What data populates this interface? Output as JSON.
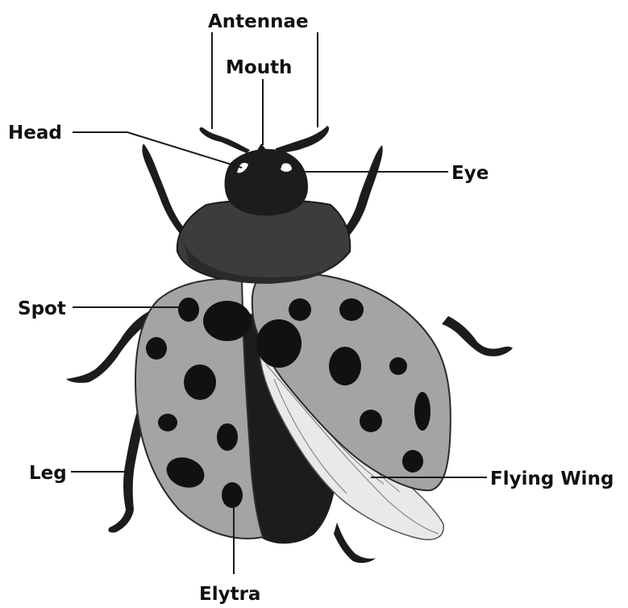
{
  "diagram": {
    "labels": {
      "antennae": "Antennae",
      "mouth": "Mouth",
      "head": "Head",
      "eye": "Eye",
      "spot": "Spot",
      "leg": "Leg",
      "flying_wing": "Flying Wing",
      "elytra": "Elytra"
    },
    "colors": {
      "body": "#1c1c1c",
      "pronotum": "#3c3c3c",
      "elytra": "#a4a4a4",
      "spots": "#111111",
      "wing": "#e9e9e9",
      "eye_highlight": "#ffffff",
      "text": "#111111"
    }
  }
}
